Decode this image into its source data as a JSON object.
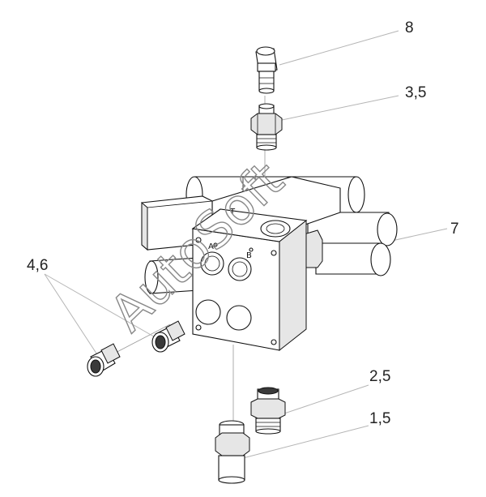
{
  "diagram": {
    "watermark": "AutoSoft",
    "callouts": [
      {
        "id": "c8",
        "text": "8"
      },
      {
        "id": "c35",
        "text": "3,5"
      },
      {
        "id": "c7",
        "text": "7"
      },
      {
        "id": "c46",
        "text": "4,6"
      },
      {
        "id": "c25",
        "text": "2,5"
      },
      {
        "id": "c15",
        "text": "1,5"
      }
    ],
    "port_marks": {
      "a": "A",
      "b": "B",
      "t": "T"
    }
  }
}
